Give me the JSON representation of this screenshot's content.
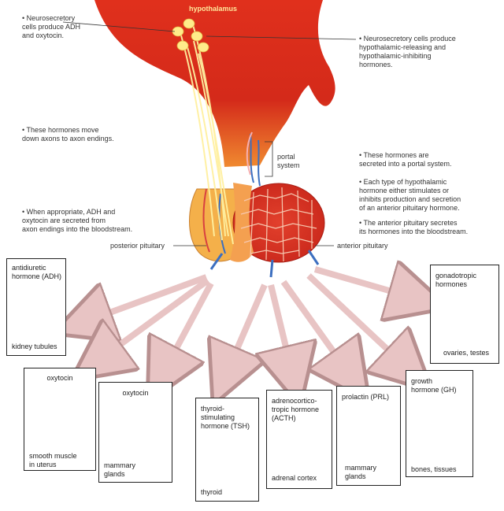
{
  "labels": {
    "hypothalamus": "hypothalamus",
    "portal_system": "portal\nsystem",
    "posterior_pituitary": "posterior pituitary",
    "anterior_pituitary": "anterior pituitary"
  },
  "notes": {
    "adh_oxytocin": "• Neurosecretory\n  cells produce ADH\n  and oxytocin.",
    "releasing": "• Neurosecretory cells produce\n  hypothalamic-releasing and\n  hypothalamic-inhibiting\n  hormones.",
    "move_down": "• These hormones move\n  down axons to axon endings.",
    "portal": "• These hormones are\n  secreted into a portal system.",
    "each_type": "• Each type of hypothalamic\n  hormone either stimulates or\n  inhibits production and secretion\n  of an anterior pituitary hormone.",
    "anterior_secretes": "• The anterior pituitary secretes\n  its hormones into the bloodstream.",
    "when_appropriate": "• When appropriate, ADH and\n  oxytocin are secreted from\n  axon endings into the bloodstream."
  },
  "targets": {
    "adh": {
      "hormone": "antidiuretic\nhormone (ADH)",
      "organ": "kidney tubules"
    },
    "oxytocin_uterus": {
      "hormone": "oxytocin",
      "organ": "smooth muscle\nin uterus"
    },
    "oxytocin_mammary": {
      "hormone": "oxytocin",
      "organ": "mammary\nglands"
    },
    "tsh": {
      "hormone": "thyroid-\nstimulating\nhormone (TSH)",
      "organ": "thyroid"
    },
    "acth": {
      "hormone": "adrenocortico-\ntropic hormone\n(ACTH)",
      "organ": "adrenal cortex"
    },
    "prolactin": {
      "hormone": "prolactin (PRL)",
      "organ": "mammary\nglands"
    },
    "gh": {
      "hormone": "growth\nhormone (GH)",
      "organ": "bones, tissues"
    },
    "gonadotropic": {
      "hormone": "gonadotropic\nhormones",
      "organ": "ovaries, testes"
    }
  },
  "colors": {
    "hypothalamus_red": "#d8261c",
    "pituitary_orange": "#f2a73b",
    "axon_yellow": "#fff0a0",
    "arrow_pink": "#e8c4c4"
  }
}
